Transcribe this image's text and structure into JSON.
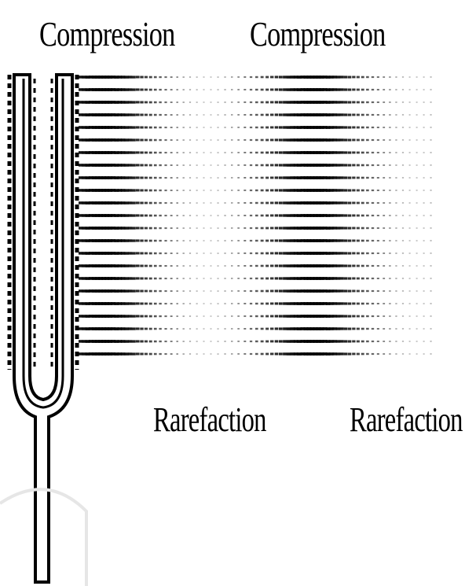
{
  "labels": {
    "compression_1": "Compression",
    "compression_2": "Compression",
    "rarefaction_1": "Rarefaction",
    "rarefaction_2": "Rarefaction"
  },
  "colors": {
    "ink": "#000000",
    "background": "#ffffff"
  }
}
